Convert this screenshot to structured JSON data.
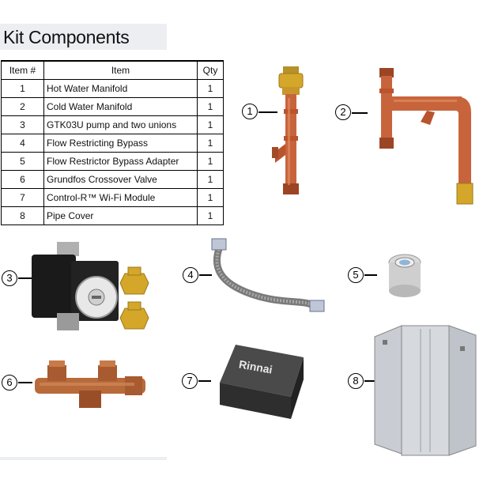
{
  "title": "Kit Components",
  "table": {
    "headers": {
      "num": "Item #",
      "item": "Item",
      "qty": "Qty"
    },
    "rows": [
      {
        "num": "1",
        "item": "Hot Water Manifold",
        "qty": "1"
      },
      {
        "num": "2",
        "item": "Cold Water Manifold",
        "qty": "1"
      },
      {
        "num": "3",
        "item": "GTK03U pump and two unions",
        "qty": "1"
      },
      {
        "num": "4",
        "item": "Flow Restricting Bypass",
        "qty": "1"
      },
      {
        "num": "5",
        "item": "Flow Restrictor Bypass Adapter",
        "qty": "1"
      },
      {
        "num": "6",
        "item": "Grundfos Crossover Valve",
        "qty": "1"
      },
      {
        "num": "7",
        "item": "Control-R™ Wi-Fi Module",
        "qty": "1"
      },
      {
        "num": "8",
        "item": "Pipe Cover",
        "qty": "1"
      }
    ]
  },
  "callouts": [
    "1",
    "2",
    "3",
    "4",
    "5",
    "6",
    "7",
    "8"
  ],
  "module_logo": "Rinnai",
  "colors": {
    "copper": "#c8643c",
    "brass": "#d4a62a",
    "title_bg": "#eceef2"
  }
}
